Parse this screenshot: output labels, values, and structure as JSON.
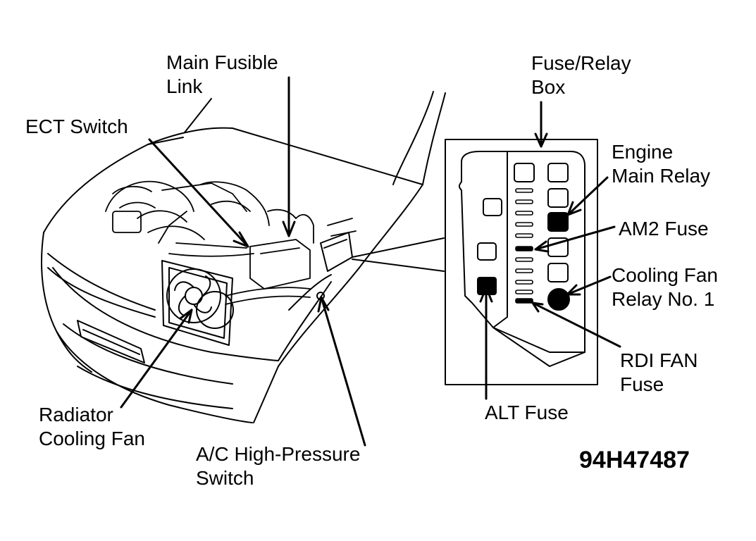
{
  "diagram": {
    "labels": {
      "main_fusible_link": [
        "Main Fusible",
        "Link"
      ],
      "ect_switch": [
        "ECT Switch"
      ],
      "fuse_relay_box": [
        "Fuse/Relay",
        "Box"
      ],
      "engine_main_relay": [
        "Engine",
        "Main Relay"
      ],
      "am2_fuse": [
        "AM2 Fuse"
      ],
      "cooling_fan_relay_no1": [
        "Cooling Fan",
        "Relay No. 1"
      ],
      "rdi_fan_fuse": [
        "RDI FAN",
        "Fuse"
      ],
      "alt_fuse": [
        "ALT Fuse"
      ],
      "radiator_cooling_fan": [
        "Radiator",
        "Cooling Fan"
      ],
      "ac_high_pressure_switch": [
        "A/C High-Pressure",
        "Switch"
      ]
    },
    "figure_code": "94H47487"
  },
  "colors": {
    "ink": "#000000",
    "paper": "#ffffff"
  }
}
